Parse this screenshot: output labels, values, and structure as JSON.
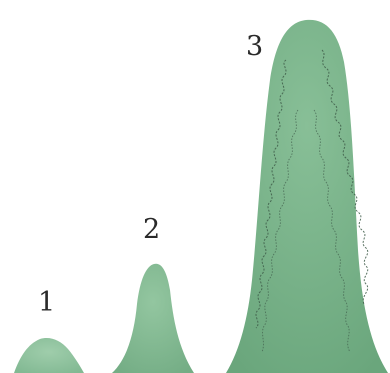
{
  "figure": {
    "stages": [
      {
        "label": "1",
        "color": "#8cc09a"
      },
      {
        "label": "2",
        "color": "#7fb78e"
      },
      {
        "label": "3",
        "color": "#76b085"
      }
    ],
    "background": "#ffffff",
    "outline_color": "#3d5a48"
  }
}
